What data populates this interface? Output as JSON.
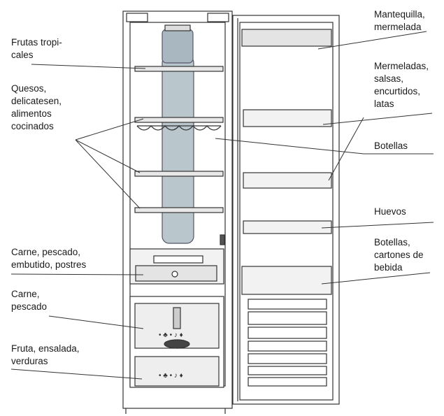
{
  "diagram": {
    "left_labels": [
      {
        "id": "tropical",
        "text": "Frutas tropi-\ncales"
      },
      {
        "id": "cheese",
        "text": "Quesos,\ndelicatesen,\nalimentos\ncocinados"
      },
      {
        "id": "meat1",
        "text": "Carne, pescado,\nembutido, postres"
      },
      {
        "id": "meat2",
        "text": "Carne,\npescado"
      },
      {
        "id": "fruit",
        "text": "Fruta, ensalada,\nverduras"
      }
    ],
    "right_labels": [
      {
        "id": "butter",
        "text": "Mantequilla,\nmermelada"
      },
      {
        "id": "jams",
        "text": "Mermeladas,\nsalsas,\nencurtidos,\nlatas"
      },
      {
        "id": "bottles",
        "text": "Botellas"
      },
      {
        "id": "eggs",
        "text": "Huevos"
      },
      {
        "id": "cartons",
        "text": "Botellas,\ncartones de\nbebida"
      }
    ],
    "colors": {
      "line": "#333333",
      "shelf_fill": "#e8e8e8",
      "column_fill": "#b9c6cc",
      "drawer_fill": "#eeeeee"
    }
  }
}
